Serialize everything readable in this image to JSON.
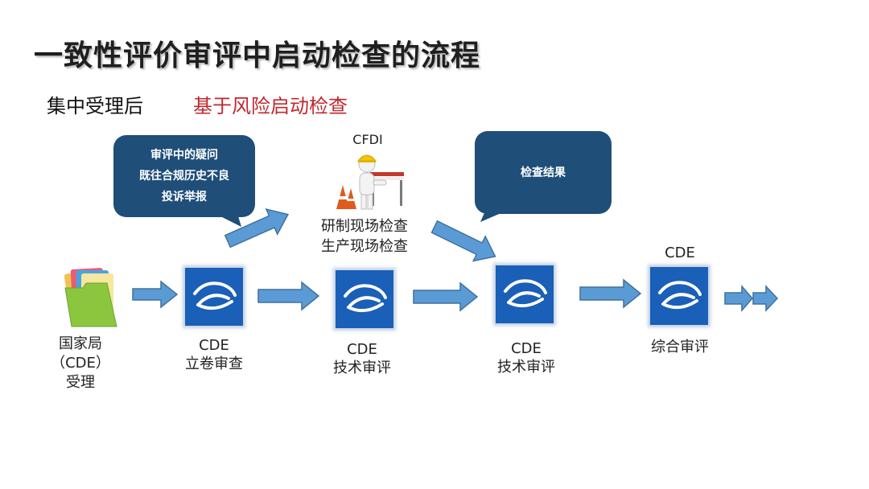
{
  "title": "一致性评价审评中启动检查的流程",
  "subtitle": {
    "left": "集中受理后",
    "right": "基于风险启动检查",
    "right_color": "#c0282e"
  },
  "colors": {
    "bubble": "#1f4e79",
    "arrow_fill": "#5b9bd5",
    "arrow_stroke": "#41719c",
    "logo": "#1a5fb8"
  },
  "bubbles": {
    "left": [
      "审评中的疑问",
      "既往合规历史不良",
      "投诉举报"
    ],
    "right": [
      "检查结果"
    ]
  },
  "cfdi": {
    "label": "CFDI",
    "line1": "研制现场检查",
    "line2": "生产现场检查",
    "icon": "inspector-figure-icon"
  },
  "steps": {
    "bureau": {
      "line1": "国家局",
      "line2": "（CDE）",
      "line3": "受理",
      "icon": "folders-icon"
    },
    "filing": {
      "line1": "CDE",
      "line2": "立卷审查"
    },
    "tech1": {
      "line1": "CDE",
      "line2": "技术审评"
    },
    "tech2": {
      "line1": "CDE",
      "line2": "技术审评"
    },
    "final": {
      "top": "CDE",
      "bottom": "综合审评"
    }
  }
}
